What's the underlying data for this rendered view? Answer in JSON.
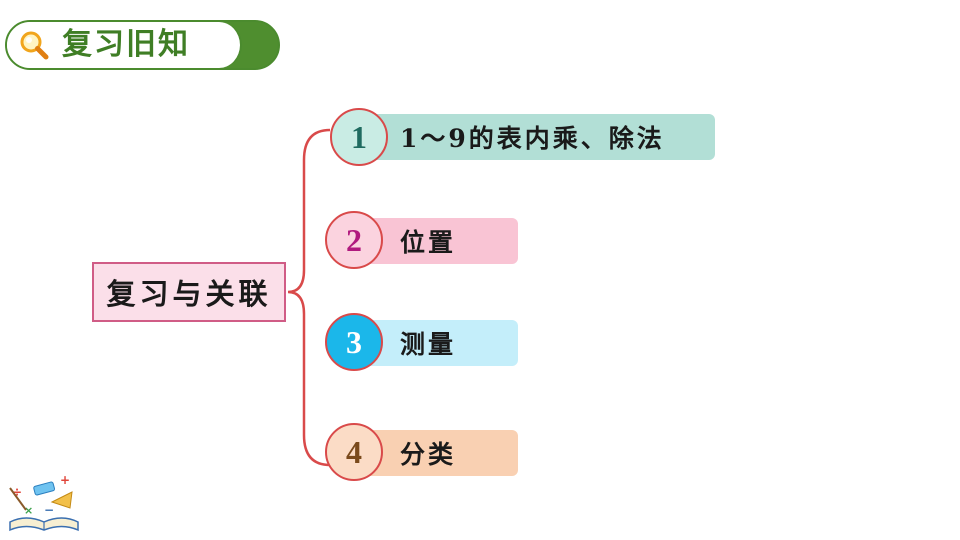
{
  "header": {
    "title": "复习旧知",
    "icon": "magnifier-icon"
  },
  "center": {
    "label": "复习与关联"
  },
  "topics": [
    {
      "number": "1",
      "label": "1～9的表内乘、除法",
      "bar_color": "#b2dfd6",
      "circle_color": "#c9ece4",
      "number_color": "#1f6b60"
    },
    {
      "number": "2",
      "label": "位置",
      "bar_color": "#f9c4d4",
      "circle_color": "#fbd3df",
      "number_color": "#b0197e"
    },
    {
      "number": "3",
      "label": "测量",
      "bar_color": "#c4eefa",
      "circle_color": "#1bb7ea",
      "number_color": "#ffffff"
    },
    {
      "number": "4",
      "label": "分类",
      "bar_color": "#f9d0b2",
      "circle_color": "#fbdcc6",
      "number_color": "#7a4a1c"
    }
  ],
  "colors": {
    "header_green": "#4f8e2f",
    "accent_red": "#d94a4a",
    "center_border": "#d05c86",
    "center_fill": "#fbdfe9"
  }
}
